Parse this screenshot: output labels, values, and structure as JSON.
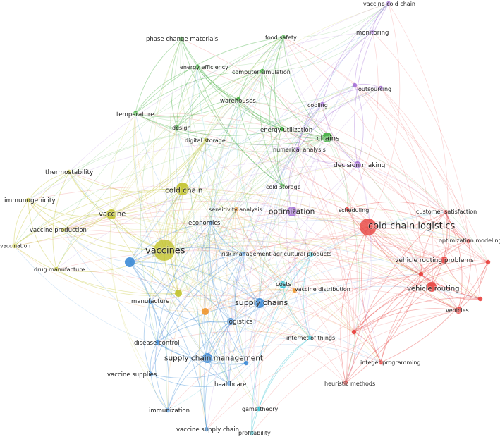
{
  "clusters": {
    "red": "#e8423f",
    "green": "#3fae3c",
    "blue": "#3d8bd6",
    "yellow": "#c2c22a",
    "purple": "#a46fd6",
    "cyan": "#2ebfcf",
    "orange": "#f0962e"
  },
  "nodes": [
    {
      "id": "cold-chain-logistics",
      "label": "cold chain logistics",
      "cluster": "red",
      "weight": 5
    },
    {
      "id": "vehicle-routing-problems",
      "label": "vehicle routing problems",
      "cluster": "red",
      "weight": 2
    },
    {
      "id": "vehicle-routing",
      "label": "vehicle routing",
      "cluster": "red",
      "weight": 3
    },
    {
      "id": "vehicles",
      "label": "vehicles",
      "cluster": "red",
      "weight": 2
    },
    {
      "id": "customer-satisfaction",
      "label": "customer satisfaction",
      "cluster": "red",
      "weight": 1
    },
    {
      "id": "optimization-modeling",
      "label": "optimization modeling",
      "cluster": "red",
      "weight": 1
    },
    {
      "id": "integer-programming",
      "label": "integer programming",
      "cluster": "red",
      "weight": 1
    },
    {
      "id": "heuristic-methods",
      "label": "heuristic methods",
      "cluster": "red",
      "weight": 1
    },
    {
      "id": "scheduling",
      "label": "scheduling",
      "cluster": "red",
      "weight": 1
    },
    {
      "id": "red-a",
      "label": "",
      "cluster": "red",
      "weight": 1
    },
    {
      "id": "red-b",
      "label": "",
      "cluster": "red",
      "weight": 1
    },
    {
      "id": "red-c",
      "label": "",
      "cluster": "red",
      "weight": 1
    },
    {
      "id": "red-d",
      "label": "",
      "cluster": "red",
      "weight": 1
    },
    {
      "id": "phase-change-materials",
      "label": "phase change materials",
      "cluster": "green",
      "weight": 1
    },
    {
      "id": "food-safety",
      "label": "food safety",
      "cluster": "green",
      "weight": 1
    },
    {
      "id": "energy-efficiency",
      "label": "energy efficiency",
      "cluster": "green",
      "weight": 1
    },
    {
      "id": "computer-simulation",
      "label": "computer simulation",
      "cluster": "green",
      "weight": 1
    },
    {
      "id": "temperature",
      "label": "temperature",
      "cluster": "green",
      "weight": 1
    },
    {
      "id": "warehouses",
      "label": "warehouses",
      "cluster": "green",
      "weight": 1
    },
    {
      "id": "design",
      "label": "design",
      "cluster": "green",
      "weight": 1
    },
    {
      "id": "energy-utilization",
      "label": "energy utilization",
      "cluster": "green",
      "weight": 1
    },
    {
      "id": "chains",
      "label": "chains",
      "cluster": "green",
      "weight": 3
    },
    {
      "id": "cold-storage",
      "label": "cold storage",
      "cluster": "green",
      "weight": 1
    },
    {
      "id": "vaccine-cold-chain",
      "label": "vaccine cold chain",
      "cluster": "purple",
      "weight": 1
    },
    {
      "id": "monitoring",
      "label": "monitoring",
      "cluster": "purple",
      "weight": 1
    },
    {
      "id": "outsourcing",
      "label": "outsourcing",
      "cluster": "purple",
      "weight": 1
    },
    {
      "id": "cooling",
      "label": "cooling",
      "cluster": "purple",
      "weight": 1
    },
    {
      "id": "numerical-analysis",
      "label": "numerical analysis",
      "cluster": "purple",
      "weight": 1
    },
    {
      "id": "decision-making",
      "label": "decision making",
      "cluster": "purple",
      "weight": 2
    },
    {
      "id": "optimization",
      "label": "optimization",
      "cluster": "purple",
      "weight": 3
    },
    {
      "id": "purple-a",
      "label": "",
      "cluster": "purple",
      "weight": 1
    },
    {
      "id": "thermostability",
      "label": "thermostability",
      "cluster": "yellow",
      "weight": 1
    },
    {
      "id": "immunogenicity",
      "label": "immunogenicity",
      "cluster": "yellow",
      "weight": 1
    },
    {
      "id": "vaccine",
      "label": "vaccine",
      "cluster": "yellow",
      "weight": 3
    },
    {
      "id": "cold-chain",
      "label": "cold chain",
      "cluster": "yellow",
      "weight": 4
    },
    {
      "id": "vaccine-production",
      "label": "vaccine production",
      "cluster": "yellow",
      "weight": 1
    },
    {
      "id": "vaccination",
      "label": "vaccination",
      "cluster": "yellow",
      "weight": 1
    },
    {
      "id": "drug-manufacture",
      "label": "drug manufacture",
      "cluster": "yellow",
      "weight": 1
    },
    {
      "id": "vaccines",
      "label": "vaccines",
      "cluster": "yellow",
      "weight": 6
    },
    {
      "id": "digital-storage",
      "label": "digital storage",
      "cluster": "yellow",
      "weight": 1
    },
    {
      "id": "yellow-a",
      "label": "",
      "cluster": "yellow",
      "weight": 2
    },
    {
      "id": "sensitivity-analysis",
      "label": "sensitivity analysis",
      "cluster": "orange",
      "weight": 1
    },
    {
      "id": "vaccine-distribution",
      "label": "vaccine distribution",
      "cluster": "orange",
      "weight": 1
    },
    {
      "id": "orange-a",
      "label": "",
      "cluster": "orange",
      "weight": 2
    },
    {
      "id": "economics",
      "label": "economics",
      "cluster": "blue",
      "weight": 1
    },
    {
      "id": "risk-management",
      "label": "risk management",
      "cluster": "blue",
      "weight": 1
    },
    {
      "id": "supply-chains",
      "label": "supply chains",
      "cluster": "blue",
      "weight": 3
    },
    {
      "id": "manufacture",
      "label": "manufacture",
      "cluster": "blue",
      "weight": 1
    },
    {
      "id": "logistics",
      "label": "logistics",
      "cluster": "blue",
      "weight": 2
    },
    {
      "id": "disease-control",
      "label": "disease control",
      "cluster": "blue",
      "weight": 1
    },
    {
      "id": "supply-chain-management",
      "label": "supply chain management",
      "cluster": "blue",
      "weight": 3
    },
    {
      "id": "vaccine-supplies",
      "label": "vaccine supplies",
      "cluster": "blue",
      "weight": 1
    },
    {
      "id": "healthcare",
      "label": "healthcare",
      "cluster": "blue",
      "weight": 1
    },
    {
      "id": "immunization",
      "label": "immunization",
      "cluster": "blue",
      "weight": 1
    },
    {
      "id": "vaccine-supply-chain",
      "label": "vaccine supply chain",
      "cluster": "blue",
      "weight": 1
    },
    {
      "id": "blue-a",
      "label": "",
      "cluster": "blue",
      "weight": 3
    },
    {
      "id": "blue-b",
      "label": "",
      "cluster": "blue",
      "weight": 1
    },
    {
      "id": "agricultural-products",
      "label": "agricultural products",
      "cluster": "cyan",
      "weight": 1
    },
    {
      "id": "costs",
      "label": "costs",
      "cluster": "cyan",
      "weight": 2
    },
    {
      "id": "internet-of-things",
      "label": "internet of things",
      "cluster": "cyan",
      "weight": 1
    },
    {
      "id": "game-theory",
      "label": "game theory",
      "cluster": "cyan",
      "weight": 1
    },
    {
      "id": "profitability",
      "label": "profitability",
      "cluster": "cyan",
      "weight": 1
    }
  ]
}
